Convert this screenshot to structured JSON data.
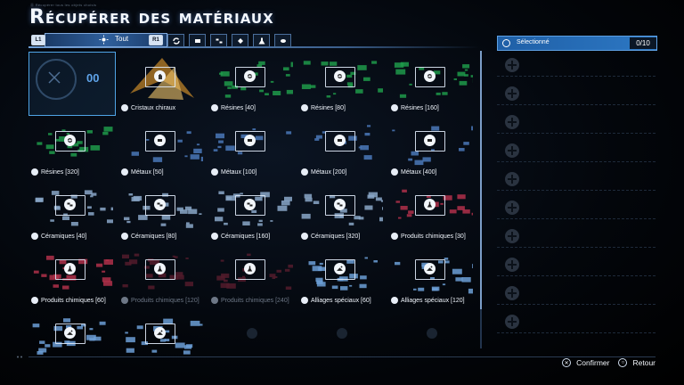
{
  "header": {
    "small_text": "Ⓞ Récupérer tous les objets choisis",
    "title": "Récupérer des matériaux"
  },
  "categories": {
    "left_button": "L1",
    "right_button": "R1",
    "active_label": "Tout",
    "icons": [
      "refresh-icon",
      "metal-icon",
      "ceramic-icon",
      "alloy-icon",
      "chemical-icon",
      "resin-icon"
    ]
  },
  "tiles": [
    {
      "label": "",
      "counter": "00",
      "kind": "selected"
    },
    {
      "label": "Cristaux chiraux",
      "kind": "chiral"
    },
    {
      "label": "Résines [40]",
      "kind": "resin"
    },
    {
      "label": "Résines [80]",
      "kind": "resin"
    },
    {
      "label": "Résines [160]",
      "kind": "resin"
    },
    {
      "label": "Résines [320]",
      "kind": "resin"
    },
    {
      "label": "Métaux [50]",
      "kind": "metal"
    },
    {
      "label": "Métaux [100]",
      "kind": "metal"
    },
    {
      "label": "Métaux [200]",
      "kind": "metal"
    },
    {
      "label": "Métaux [400]",
      "kind": "metal"
    },
    {
      "label": "Céramiques [40]",
      "kind": "ceramic"
    },
    {
      "label": "Céramiques [80]",
      "kind": "ceramic"
    },
    {
      "label": "Céramiques [160]",
      "kind": "ceramic"
    },
    {
      "label": "Céramiques [320]",
      "kind": "ceramic"
    },
    {
      "label": "Produits chimiques [30]",
      "kind": "chemical"
    },
    {
      "label": "Produits chimiques [60]",
      "kind": "chemical"
    },
    {
      "label": "Produits chimiques [120]",
      "kind": "chemical",
      "dim": true
    },
    {
      "label": "Produits chimiques [240]",
      "kind": "chemical",
      "dim": true
    },
    {
      "label": "Alliages spéciaux [60]",
      "kind": "alloy"
    },
    {
      "label": "Alliages spéciaux [120]",
      "kind": "alloy"
    },
    {
      "label": "",
      "kind": "alloy"
    },
    {
      "label": "",
      "kind": "alloy"
    },
    {
      "label": "",
      "kind": "empty"
    },
    {
      "label": "",
      "kind": "empty"
    },
    {
      "label": "",
      "kind": "empty"
    }
  ],
  "panel": {
    "header_label": "Sélectionné",
    "count": "0/10",
    "slots": 10
  },
  "footer": {
    "confirm_label": "Confirmer",
    "back_label": "Retour"
  },
  "colors": {
    "accent": "#2d78c4",
    "resin": "#1f9a4a",
    "metal": "#4a78b8",
    "ceramic": "#8aa7c8",
    "chemical": "#b0304a",
    "alloy": "#6c9fd6",
    "chiral": "#c98a2a"
  }
}
